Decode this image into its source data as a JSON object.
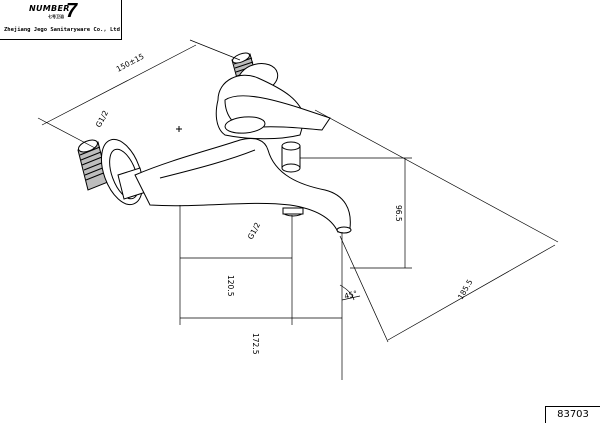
{
  "logo": {
    "brand_word": "NUMBER",
    "brand_sub": "七号卫浴",
    "brand_number": "7",
    "company": "Zhejiang Jego Sanitaryware Co., Ltd"
  },
  "model_number": "83703",
  "dimensions": {
    "inlet_spacing": "150±15",
    "left_thread": "G1/2",
    "diverter_thread": "G1/2",
    "spout_reach_inner": "120.5",
    "spout_reach_outer": "172.5",
    "height": "96.5",
    "overall_length": "185.5",
    "angle": "45°"
  }
}
